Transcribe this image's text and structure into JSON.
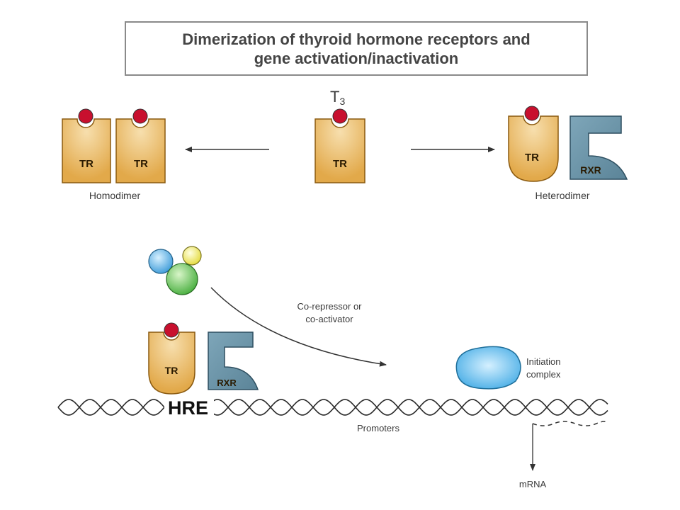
{
  "title": {
    "line1": "Dimerization of thyroid hormone receptors and",
    "line2": "gene activation/inactivation"
  },
  "hormone": {
    "label": "T",
    "subscript": "3"
  },
  "receptors": {
    "tr": "TR",
    "rxr": "RXR"
  },
  "labels": {
    "homodimer": "Homodimer",
    "heterodimer": "Heterodimer",
    "coregulator_line1": "Co-repressor or",
    "coregulator_line2": "co-activator",
    "initiation_line1": "Initiation",
    "initiation_line2": "complex",
    "hre": "HRE",
    "promoters": "Promoters",
    "mrna": "mRNA"
  },
  "colors": {
    "tr_fill": "#e2a94a",
    "tr_light": "#f7dfae",
    "rxr_fill": "#6a93a8",
    "hormone_dot": "#c8102e",
    "initiation_fill": "#59b8ec",
    "cofactor_blue": "#4aa8e0",
    "cofactor_yellow": "#f2ea5a",
    "cofactor_green": "#58c04e"
  }
}
